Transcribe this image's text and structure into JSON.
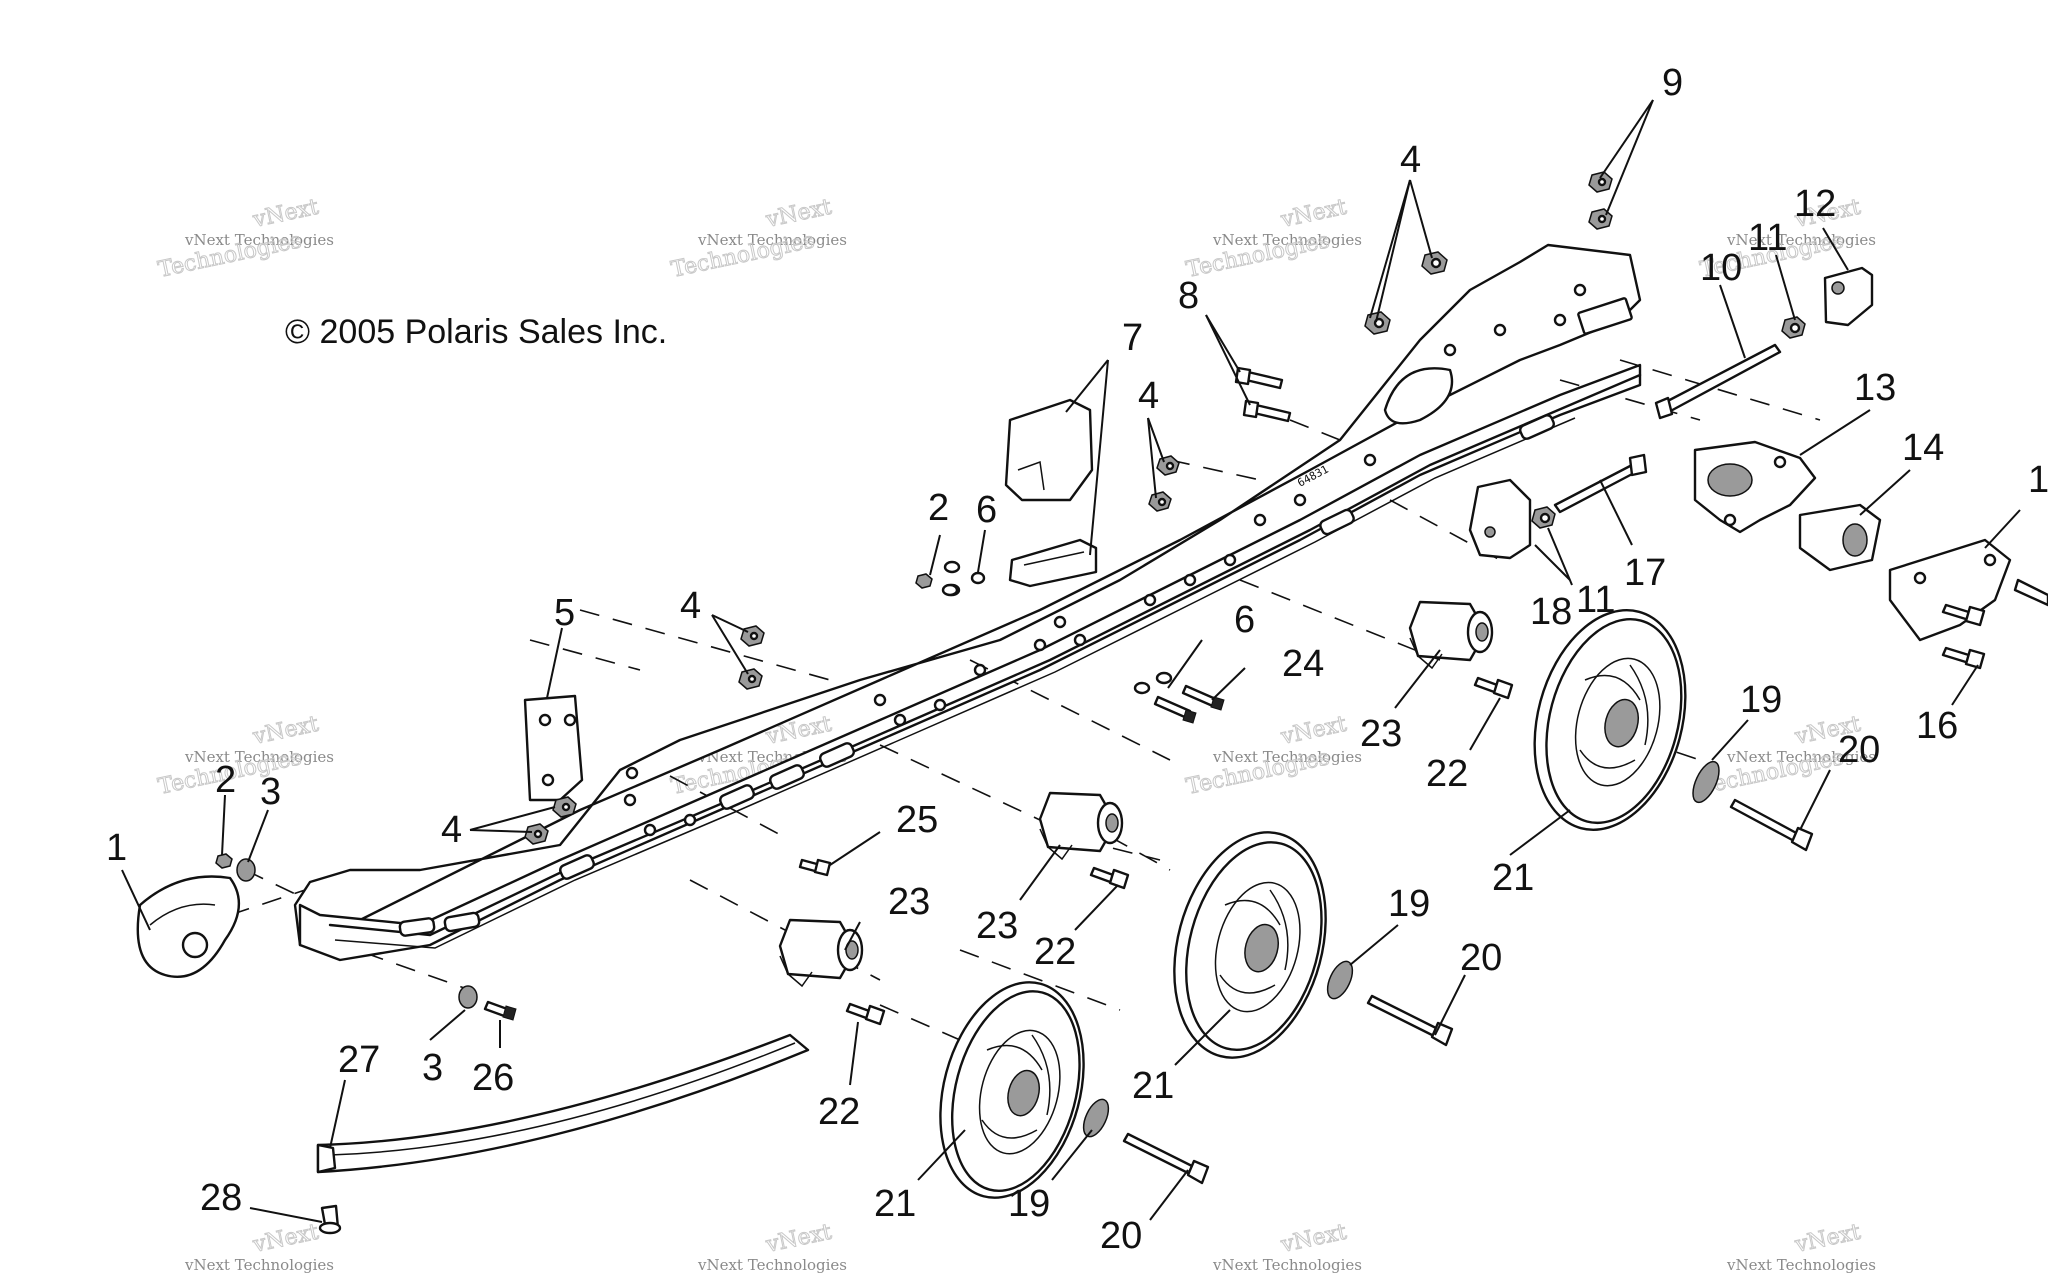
{
  "copyright": "© 2005 Polaris Sales Inc.",
  "watermark": {
    "line1": "vNext Technologies",
    "line2": "Technologies",
    "top": "vNext"
  },
  "callouts": [
    {
      "id": "c1",
      "text": "1"
    },
    {
      "id": "c2a",
      "text": "2"
    },
    {
      "id": "c2b",
      "text": "2"
    },
    {
      "id": "c3a",
      "text": "3"
    },
    {
      "id": "c3b",
      "text": "3"
    },
    {
      "id": "c4a",
      "text": "4"
    },
    {
      "id": "c4b",
      "text": "4"
    },
    {
      "id": "c4c",
      "text": "4"
    },
    {
      "id": "c4d",
      "text": "4"
    },
    {
      "id": "c5",
      "text": "5"
    },
    {
      "id": "c6a",
      "text": "6"
    },
    {
      "id": "c6b",
      "text": "6"
    },
    {
      "id": "c7",
      "text": "7"
    },
    {
      "id": "c8",
      "text": "8"
    },
    {
      "id": "c9",
      "text": "9"
    },
    {
      "id": "c10",
      "text": "10"
    },
    {
      "id": "c11a",
      "text": "11"
    },
    {
      "id": "c11b",
      "text": "11"
    },
    {
      "id": "c12",
      "text": "12"
    },
    {
      "id": "c13",
      "text": "13"
    },
    {
      "id": "c14",
      "text": "14"
    },
    {
      "id": "c15",
      "text": "1"
    },
    {
      "id": "c16",
      "text": "16"
    },
    {
      "id": "c17",
      "text": "17"
    },
    {
      "id": "c18",
      "text": "18"
    },
    {
      "id": "c19a",
      "text": "19"
    },
    {
      "id": "c19b",
      "text": "19"
    },
    {
      "id": "c19c",
      "text": "19"
    },
    {
      "id": "c20a",
      "text": "20"
    },
    {
      "id": "c20b",
      "text": "20"
    },
    {
      "id": "c20c",
      "text": "20"
    },
    {
      "id": "c21a",
      "text": "21"
    },
    {
      "id": "c21b",
      "text": "21"
    },
    {
      "id": "c21c",
      "text": "21"
    },
    {
      "id": "c22a",
      "text": "22"
    },
    {
      "id": "c22b",
      "text": "22"
    },
    {
      "id": "c22c",
      "text": "22"
    },
    {
      "id": "c23a",
      "text": "23"
    },
    {
      "id": "c23b",
      "text": "23"
    },
    {
      "id": "c23c",
      "text": "23"
    },
    {
      "id": "c24",
      "text": "24"
    },
    {
      "id": "c25",
      "text": "25"
    },
    {
      "id": "c26",
      "text": "26"
    },
    {
      "id": "c27",
      "text": "27"
    },
    {
      "id": "c28",
      "text": "28"
    }
  ],
  "rail_stamp": "64831"
}
